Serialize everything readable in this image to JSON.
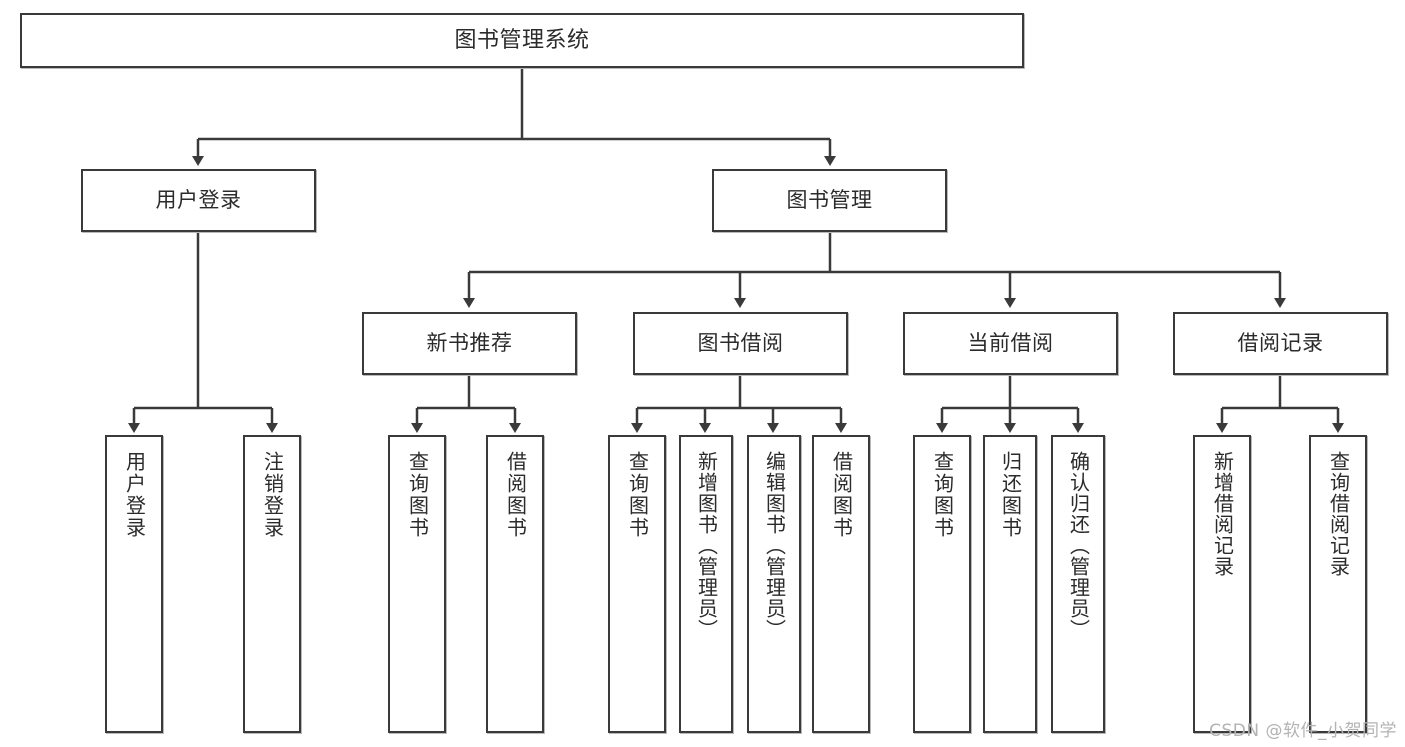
{
  "diagram": {
    "title": "图书管理系统",
    "type": "tree",
    "watermark": "CSDN @软件_小贺同学",
    "colors": {
      "border": "#3a3a3a",
      "background": "#ffffff",
      "text": "#2b2b2b",
      "connector": "#3a3a3a",
      "watermark": "#b3b3b3"
    },
    "levels": {
      "root": {
        "label": "图书管理系统"
      },
      "level2": [
        {
          "label": "用户登录"
        },
        {
          "label": "图书管理"
        }
      ],
      "level3": [
        {
          "label": "新书推荐"
        },
        {
          "label": "图书借阅"
        },
        {
          "label": "当前借阅"
        },
        {
          "label": "借阅记录"
        }
      ],
      "leaves": [
        {
          "label": "用户登录",
          "parent": "用户登录"
        },
        {
          "label": "注销登录",
          "parent": "用户登录"
        },
        {
          "label": "查询图书",
          "parent": "新书推荐"
        },
        {
          "label": "借阅图书",
          "parent": "新书推荐"
        },
        {
          "label": "查询图书",
          "parent": "图书借阅"
        },
        {
          "label": "新增图书（管理员）",
          "parent": "图书借阅"
        },
        {
          "label": "编辑图书（管理员）",
          "parent": "图书借阅"
        },
        {
          "label": "借阅图书",
          "parent": "图书借阅"
        },
        {
          "label": "查询图书",
          "parent": "当前借阅"
        },
        {
          "label": "归还图书",
          "parent": "当前借阅"
        },
        {
          "label": "确认归还（管理员）",
          "parent": "当前借阅"
        },
        {
          "label": "新增借阅记录",
          "parent": "借阅记录"
        },
        {
          "label": "查询借阅记录",
          "parent": "借阅记录"
        }
      ]
    }
  }
}
